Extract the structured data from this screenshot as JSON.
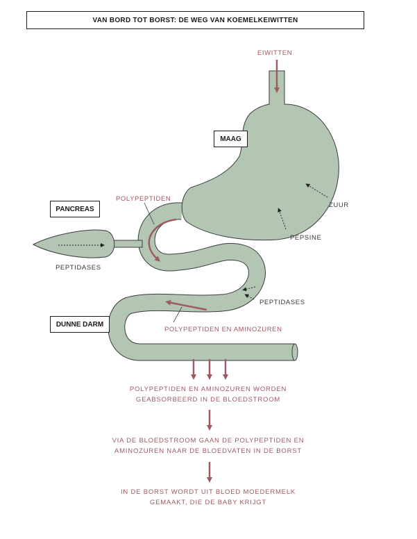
{
  "title": "VAN BORD TOT BORST: DE WEG VAN KOEMELKEIWITTEN",
  "organs": {
    "maag": "MAAG",
    "pancreas": "PANCREAS",
    "dunne_darm": "DUNNE DARM"
  },
  "labels": {
    "eiwitten": "EIWITTEN",
    "zuur": "ZUUR",
    "pepsine": "PEPSINE",
    "polypeptiden": "POLYPEPTIDEN",
    "peptidases_pancreas": "PEPTIDASES",
    "peptidases_darm": "PEPTIDASES",
    "polypeptiden_aminozuren": "POLYPEPTIDEN EN AMINOZUREN"
  },
  "steps": [
    {
      "line1": "POLYPEPTIDEN EN AMINOZUREN WORDEN",
      "line2": "GEABSORBEERD IN DE BLOEDSTROOM"
    },
    {
      "line1": "VIA DE BLOEDSTROOM GAAN DE POLYPEPTIDEN EN",
      "line2": "AMINOZUREN NAAR DE BLOEDVATEN IN DE BORST"
    },
    {
      "line1": "IN DE BORST WORDT UIT BLOED MOEDERMELK",
      "line2": "GEMAAKT, DIE DE BABY KRIJGT"
    }
  ],
  "colors": {
    "organ_fill": "#b3c6b4",
    "outline": "#3a3a3a",
    "arrow": "#9c5a63",
    "text_red": "#9c5a63"
  }
}
